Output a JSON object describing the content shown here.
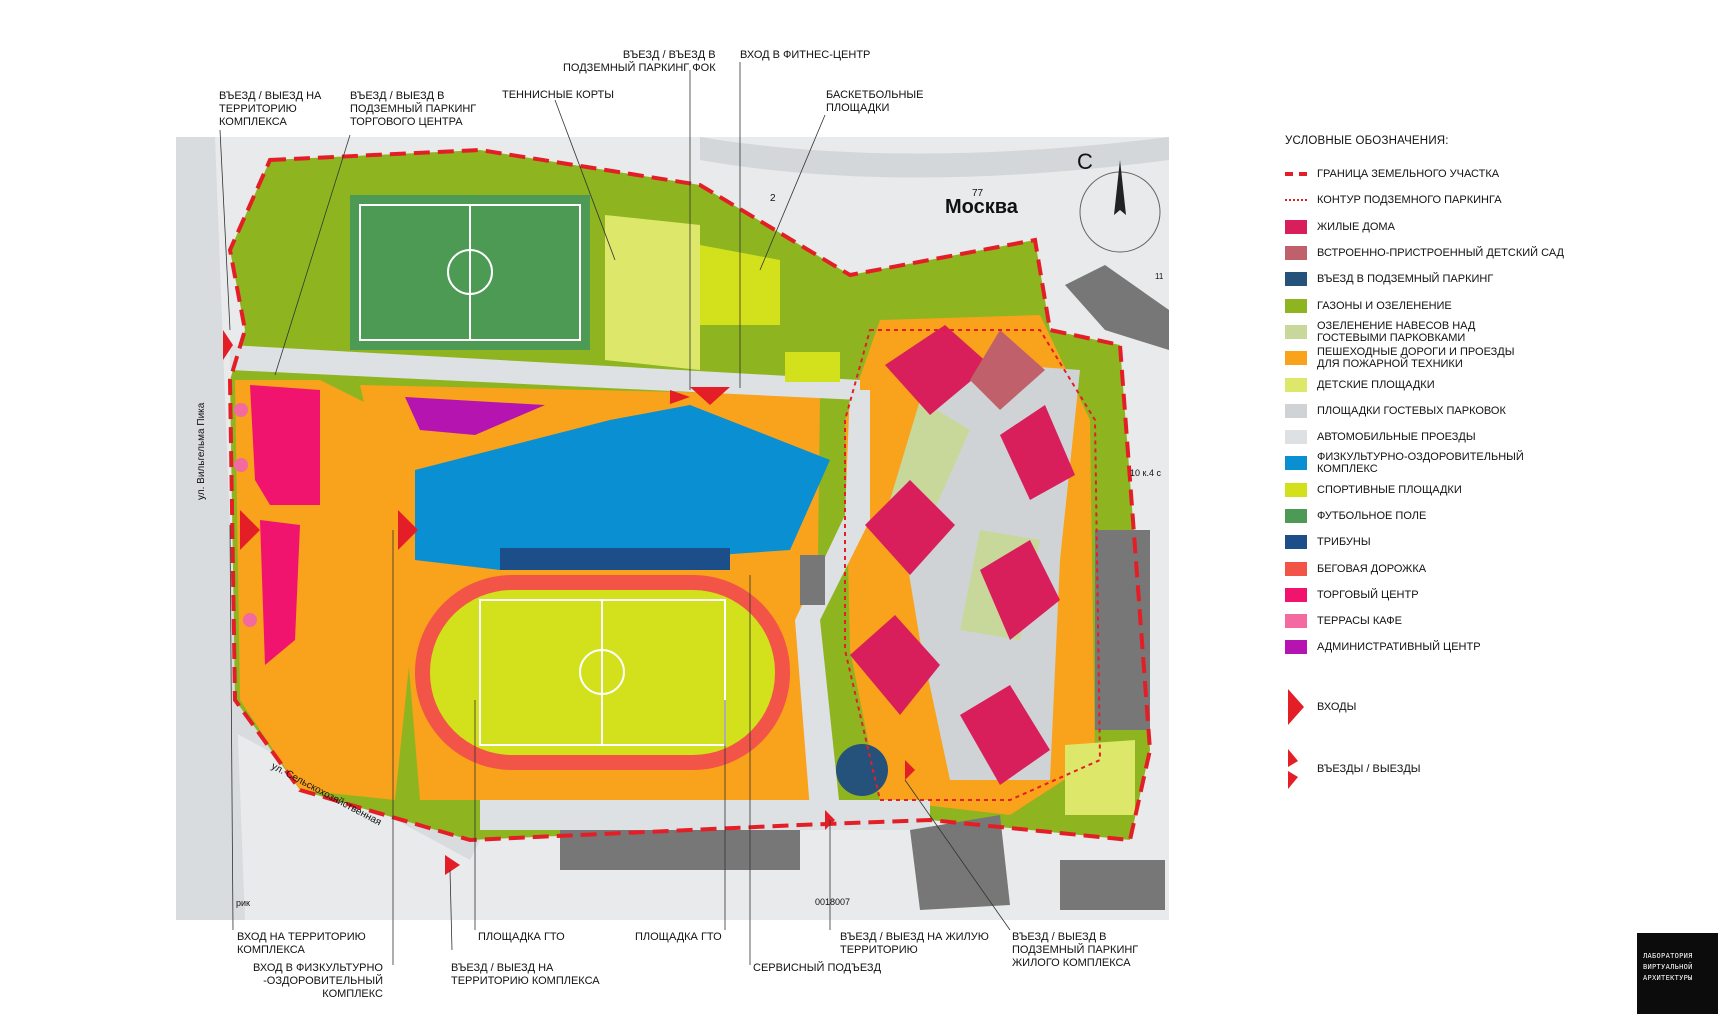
{
  "colors": {
    "residential": "#d81f5b",
    "kindergarten": "#c0606a",
    "parking_entry": "#24527a",
    "lawn": "#8eb51f",
    "canopy_green": "#c8d89a",
    "pedestrian": "#f9a21b",
    "playground": "#dde86a",
    "guest_parking": "#cfd3d6",
    "road": "#dde1e3",
    "fitness": "#0a8fd2",
    "sport": "#d3e01c",
    "football": "#4d9a55",
    "stands": "#1c4f8a",
    "track": "#f25548",
    "mall": "#f0146e",
    "cafe": "#f26aa0",
    "admin": "#b514b0",
    "boundary": "#e41e26"
  },
  "map": {
    "city_label": "Москва",
    "north_label": "С",
    "road_labels": [
      "ул. Вильгельма Пика",
      "ул. Сельскохозяйственная"
    ],
    "small_labels": [
      "77",
      "2",
      "11",
      "10 к.4 с",
      "0018007",
      "рик"
    ]
  },
  "callouts": {
    "c1": "ВЪЕЗД / ВЫЕЗД НА\nТЕРРИТОРИЮ\nКОМПЛЕКСА",
    "c2": "ВЪЕЗД / ВЫЕЗД В\nПОДЗЕМНЫЙ ПАРКИНГ\nТОРГОВОГО ЦЕНТРА",
    "c3": "ТЕННИСНЫЕ КОРТЫ",
    "c4": "ВЪЕЗД / ВЪЕЗД В\nПОДЗЕМНЫЙ  ПАРКИНГ ФОК",
    "c5": "ВХОД В ФИТНЕС-ЦЕНТР",
    "c6": "БАСКЕТБОЛЬНЫЕ\nПЛОЩАДКИ",
    "c7": "ВХОД НА ТЕРРИТОРИЮ\nКОМПЛЕКСА",
    "c8": "ВХОД В ФИЗКУЛЬТУРНО\n-ОЗДОРОВИТЕЛЬНЫЙ КОМПЛЕКС",
    "c9": "ВЪЕЗД / ВЫЕЗД НА\nТЕРРИТОРИЮ  КОМПЛЕКСА",
    "c10": "ПЛОЩАДКА  ГТО",
    "c11": "ПЛОЩАДКА  ГТО",
    "c12": "СЕРВИСНЫЙ ПОДЪЕЗД",
    "c13": "ВЪЕЗД / ВЫЕЗД НА ЖИЛУЮ\nТЕРРИТОРИЮ",
    "c14": "ВЪЕЗД / ВЫЕЗД В\nПОДЗЕМНЫЙ  ПАРКИНГ\nЖИЛОГО КОМПЛЕКСА"
  },
  "legend": {
    "title": "УСЛОВНЫЕ ОБОЗНАЧЕНИЯ:",
    "items": [
      {
        "label": "ГРАНИЦА ЗЕМЕЛЬНОГО УЧАСТКА",
        "icon": "dashed-line",
        "color": "#e41e26"
      },
      {
        "label": "КОНТУР ПОДЗЕМНОГО ПАРКИНГА",
        "icon": "dotted-line",
        "color": "#e41e26"
      },
      {
        "label": "ЖИЛЫЕ ДОМА",
        "icon": "swatch",
        "color": "#d81f5b"
      },
      {
        "label": "ВСТРОЕННО-ПРИСТРОЕННЫЙ ДЕТСКИЙ САД",
        "icon": "swatch",
        "color": "#c0606a"
      },
      {
        "label": "ВЪЕЗД В ПОДЗЕМНЫЙ ПАРКИНГ",
        "icon": "swatch",
        "color": "#24527a"
      },
      {
        "label": "ГАЗОНЫ И ОЗЕЛЕНЕНИЕ",
        "icon": "swatch",
        "color": "#8eb51f"
      },
      {
        "label": "ОЗЕЛЕНЕНИЕ НАВЕСОВ НАД\nГОСТЕВЫМИ ПАРКОВКАМИ",
        "icon": "swatch",
        "color": "#c8d89a"
      },
      {
        "label": "ПЕШЕХОДНЫЕ ДОРОГИ И ПРОЕЗДЫ\nДЛЯ ПОЖАРНОЙ ТЕХНИКИ",
        "icon": "swatch",
        "color": "#f9a21b"
      },
      {
        "label": "ДЕТСКИЕ ПЛОЩАДКИ",
        "icon": "swatch",
        "color": "#dde86a"
      },
      {
        "label": "ПЛОЩАДКИ ГОСТЕВЫХ ПАРКОВОК",
        "icon": "swatch",
        "color": "#cfd3d6"
      },
      {
        "label": "АВТОМОБИЛЬНЫЕ ПРОЕЗДЫ",
        "icon": "swatch",
        "color": "#dde1e3"
      },
      {
        "label": "ФИЗКУЛЬТУРНО-ОЗДОРОВИТЕЛЬНЫЙ\nКОМПЛЕКС",
        "icon": "swatch",
        "color": "#0a8fd2"
      },
      {
        "label": "СПОРТИВНЫЕ ПЛОЩАДКИ",
        "icon": "swatch",
        "color": "#d3e01c"
      },
      {
        "label": "ФУТБОЛЬНОЕ ПОЛЕ",
        "icon": "swatch",
        "color": "#4d9a55"
      },
      {
        "label": "ТРИБУНЫ",
        "icon": "swatch",
        "color": "#1c4f8a"
      },
      {
        "label": "БЕГОВАЯ ДОРОЖКА",
        "icon": "swatch",
        "color": "#f25548"
      },
      {
        "label": "ТОРГОВЫЙ ЦЕНТР",
        "icon": "swatch",
        "color": "#f0146e"
      },
      {
        "label": "ТЕРРАСЫ КАФЕ",
        "icon": "swatch",
        "color": "#f26aa0"
      },
      {
        "label": "АДМИНИСТРАТИВНЫЙ ЦЕНТР",
        "icon": "swatch",
        "color": "#b514b0"
      }
    ],
    "symbols": [
      {
        "label": "ВХОДЫ",
        "icon": "entrance-arrow-icon"
      },
      {
        "label": "ВЪЕЗДЫ / ВЫЕЗДЫ",
        "icon": "vehicle-entry-icon"
      }
    ]
  },
  "logo": {
    "text": "ЛАБОРАТОРИЯ\nВИРТУАЛЬНОЙ\nАРХИТЕКТУРЫ"
  }
}
